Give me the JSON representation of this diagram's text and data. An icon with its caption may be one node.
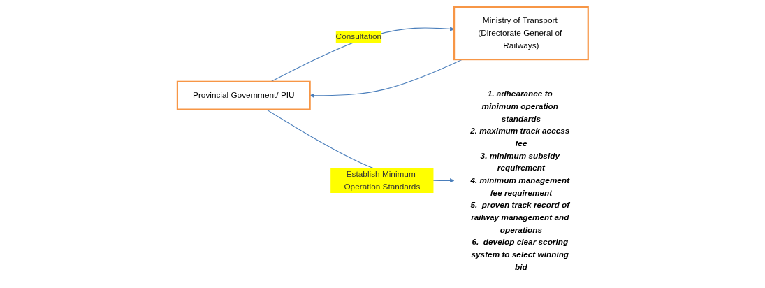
{
  "diagram": {
    "nodes": [
      {
        "text": [
          "Provincial Government/ PIU"
        ]
      },
      {
        "text": [
          "Ministry of Transport (Directorate General of Railways)"
        ]
      },
      {
        "text": [
          "1. adhearance to minimum operation standards",
          "2. maximum track access fee",
          "3. minimum subsidy requirement",
          "4. minimum management fee requirement",
          "5.  proven track record of railway management and operations",
          "6.  develop clear scoring system to select winning bid"
        ]
      }
    ],
    "edges": [
      {
        "from": 0,
        "to": 1,
        "arrow": "to",
        "label": "Consultation"
      },
      {
        "from": 1,
        "to": 0,
        "arrow": "to"
      },
      {
        "from": 0,
        "to": 2,
        "arrow": "to",
        "label": "Establish Minimum Operation Standards"
      }
    ]
  }
}
